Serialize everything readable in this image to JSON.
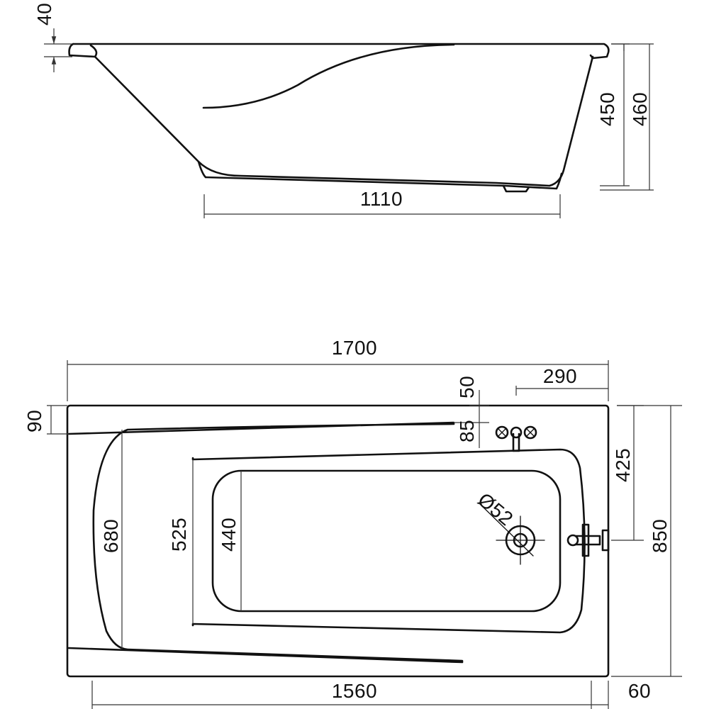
{
  "drawing": {
    "side_view": {
      "rim_thickness": "40",
      "inner_depth": "450",
      "total_height": "460",
      "bottom_length": "1110"
    },
    "top_view": {
      "overall_length": "1700",
      "tap_hole_offset": "50",
      "tap_position": "290",
      "rim_top": "90",
      "tap_spacing": "85",
      "overflow_height": "425",
      "overall_width": "850",
      "outer_bowl_width": "680",
      "inner_bowl_width": "525",
      "bottom_width": "440",
      "drain_diameter": "Ø52",
      "inner_length": "1560",
      "end_offset": "60"
    }
  }
}
